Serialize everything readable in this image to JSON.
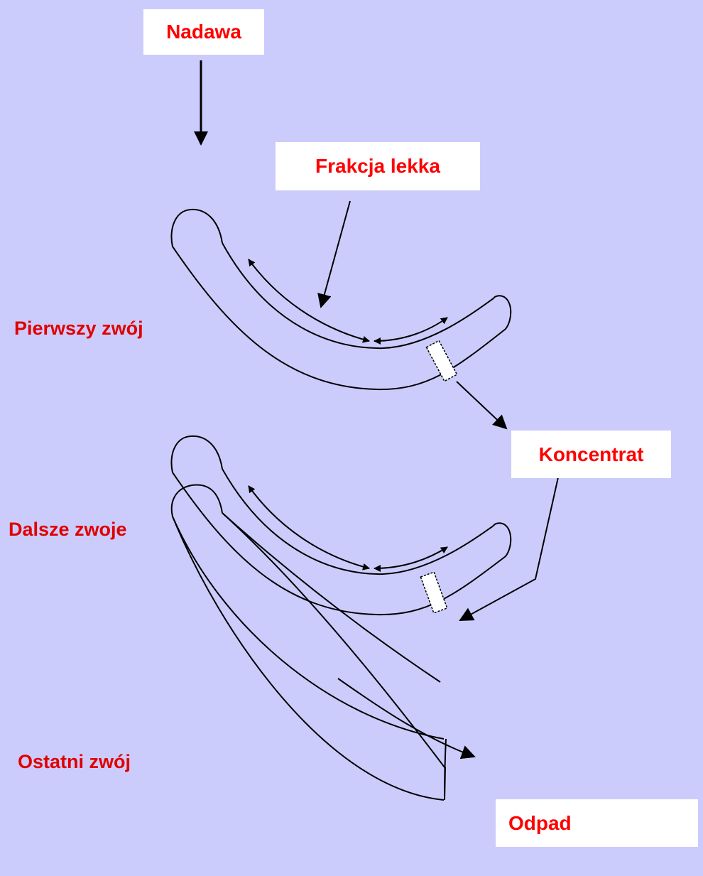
{
  "labels": {
    "nadawa": "Nadawa",
    "frakcja_lekka": "Frakcja lekka",
    "koncentrat": "Koncentrat",
    "odpad": "Odpad",
    "pierwszy_zwoj": "Pierwszy zwój",
    "dalsze_zwoje": "Dalsze zwoje",
    "ostatni_zwoj": "Ostatni zwój"
  },
  "colors": {
    "background": "#ccccfc",
    "label_text": "#ff0000",
    "box_fill": "#ffffff",
    "line": "#000000"
  }
}
